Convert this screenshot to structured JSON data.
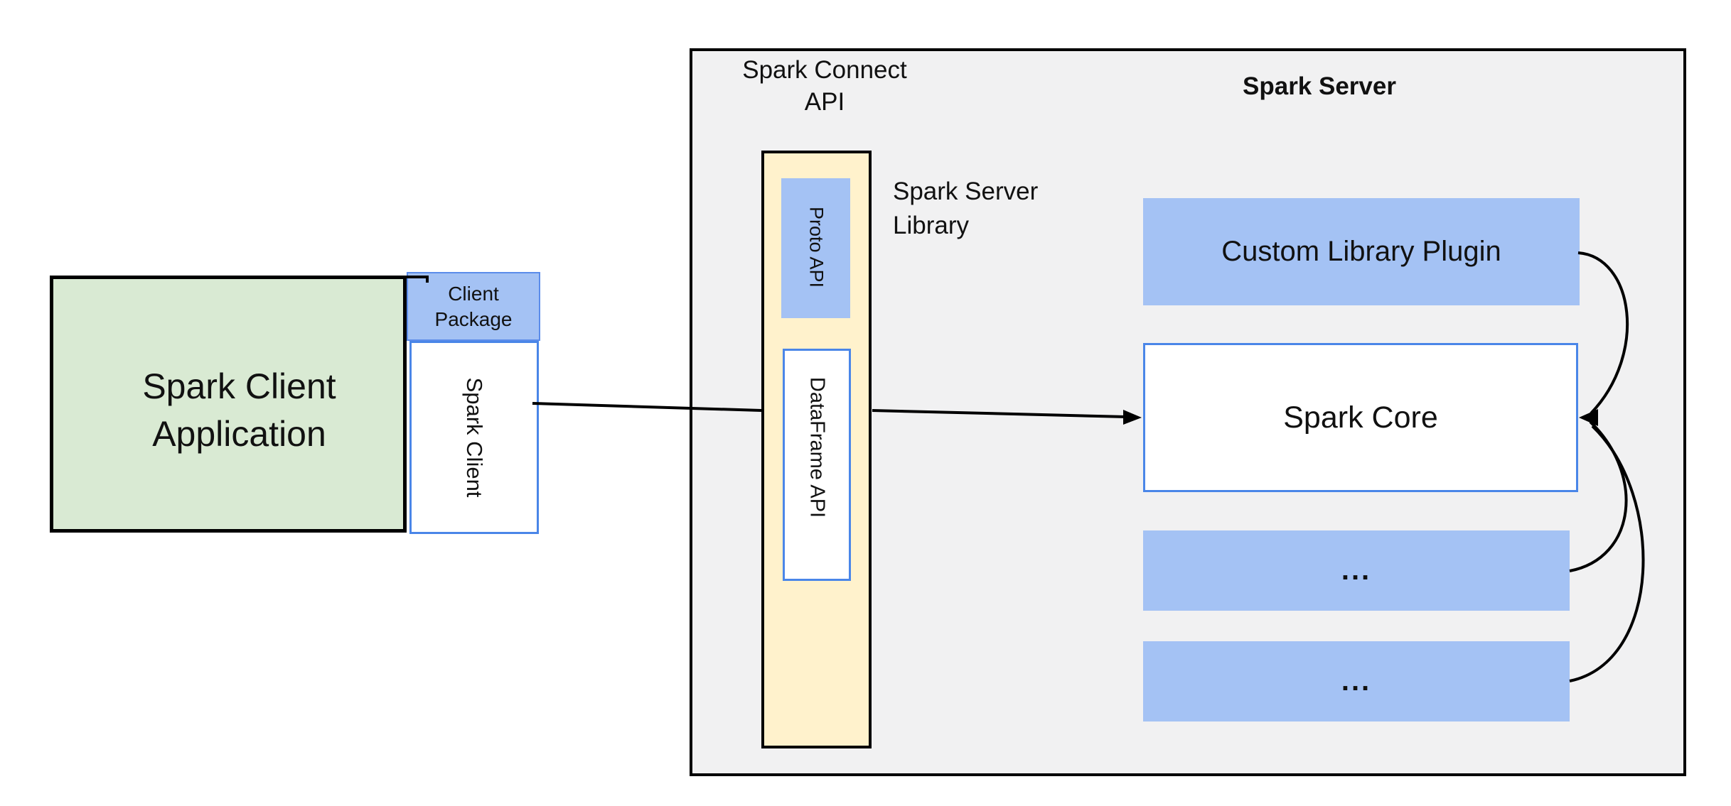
{
  "diagram": {
    "connect_heading": {
      "line1": "Spark Connect",
      "line2": "API"
    },
    "server_title": "Spark Server",
    "server_library": {
      "line1": "Spark Server",
      "line2": "Library"
    },
    "proto_api": "Proto API",
    "dataframe_api": "DataFrame API",
    "custom_plugin": "Custom Library Plugin",
    "spark_core": "Spark Core",
    "ellipsis_top": "...",
    "ellipsis_bottom": "...",
    "client_app": {
      "line1": "Spark Client",
      "line2": "Application"
    },
    "client_package": {
      "line1": "Client",
      "line2": "Package"
    },
    "spark_client": "Spark Client"
  },
  "colors": {
    "panel_bg": "#f1f1f2",
    "green_fill": "#d9ead3",
    "blue_fill": "#a4c2f4",
    "yellow_fill": "#fff2cc",
    "white_box_border": "#4a86e8",
    "package_border": "#5b8cea",
    "line_color": "#000000"
  }
}
